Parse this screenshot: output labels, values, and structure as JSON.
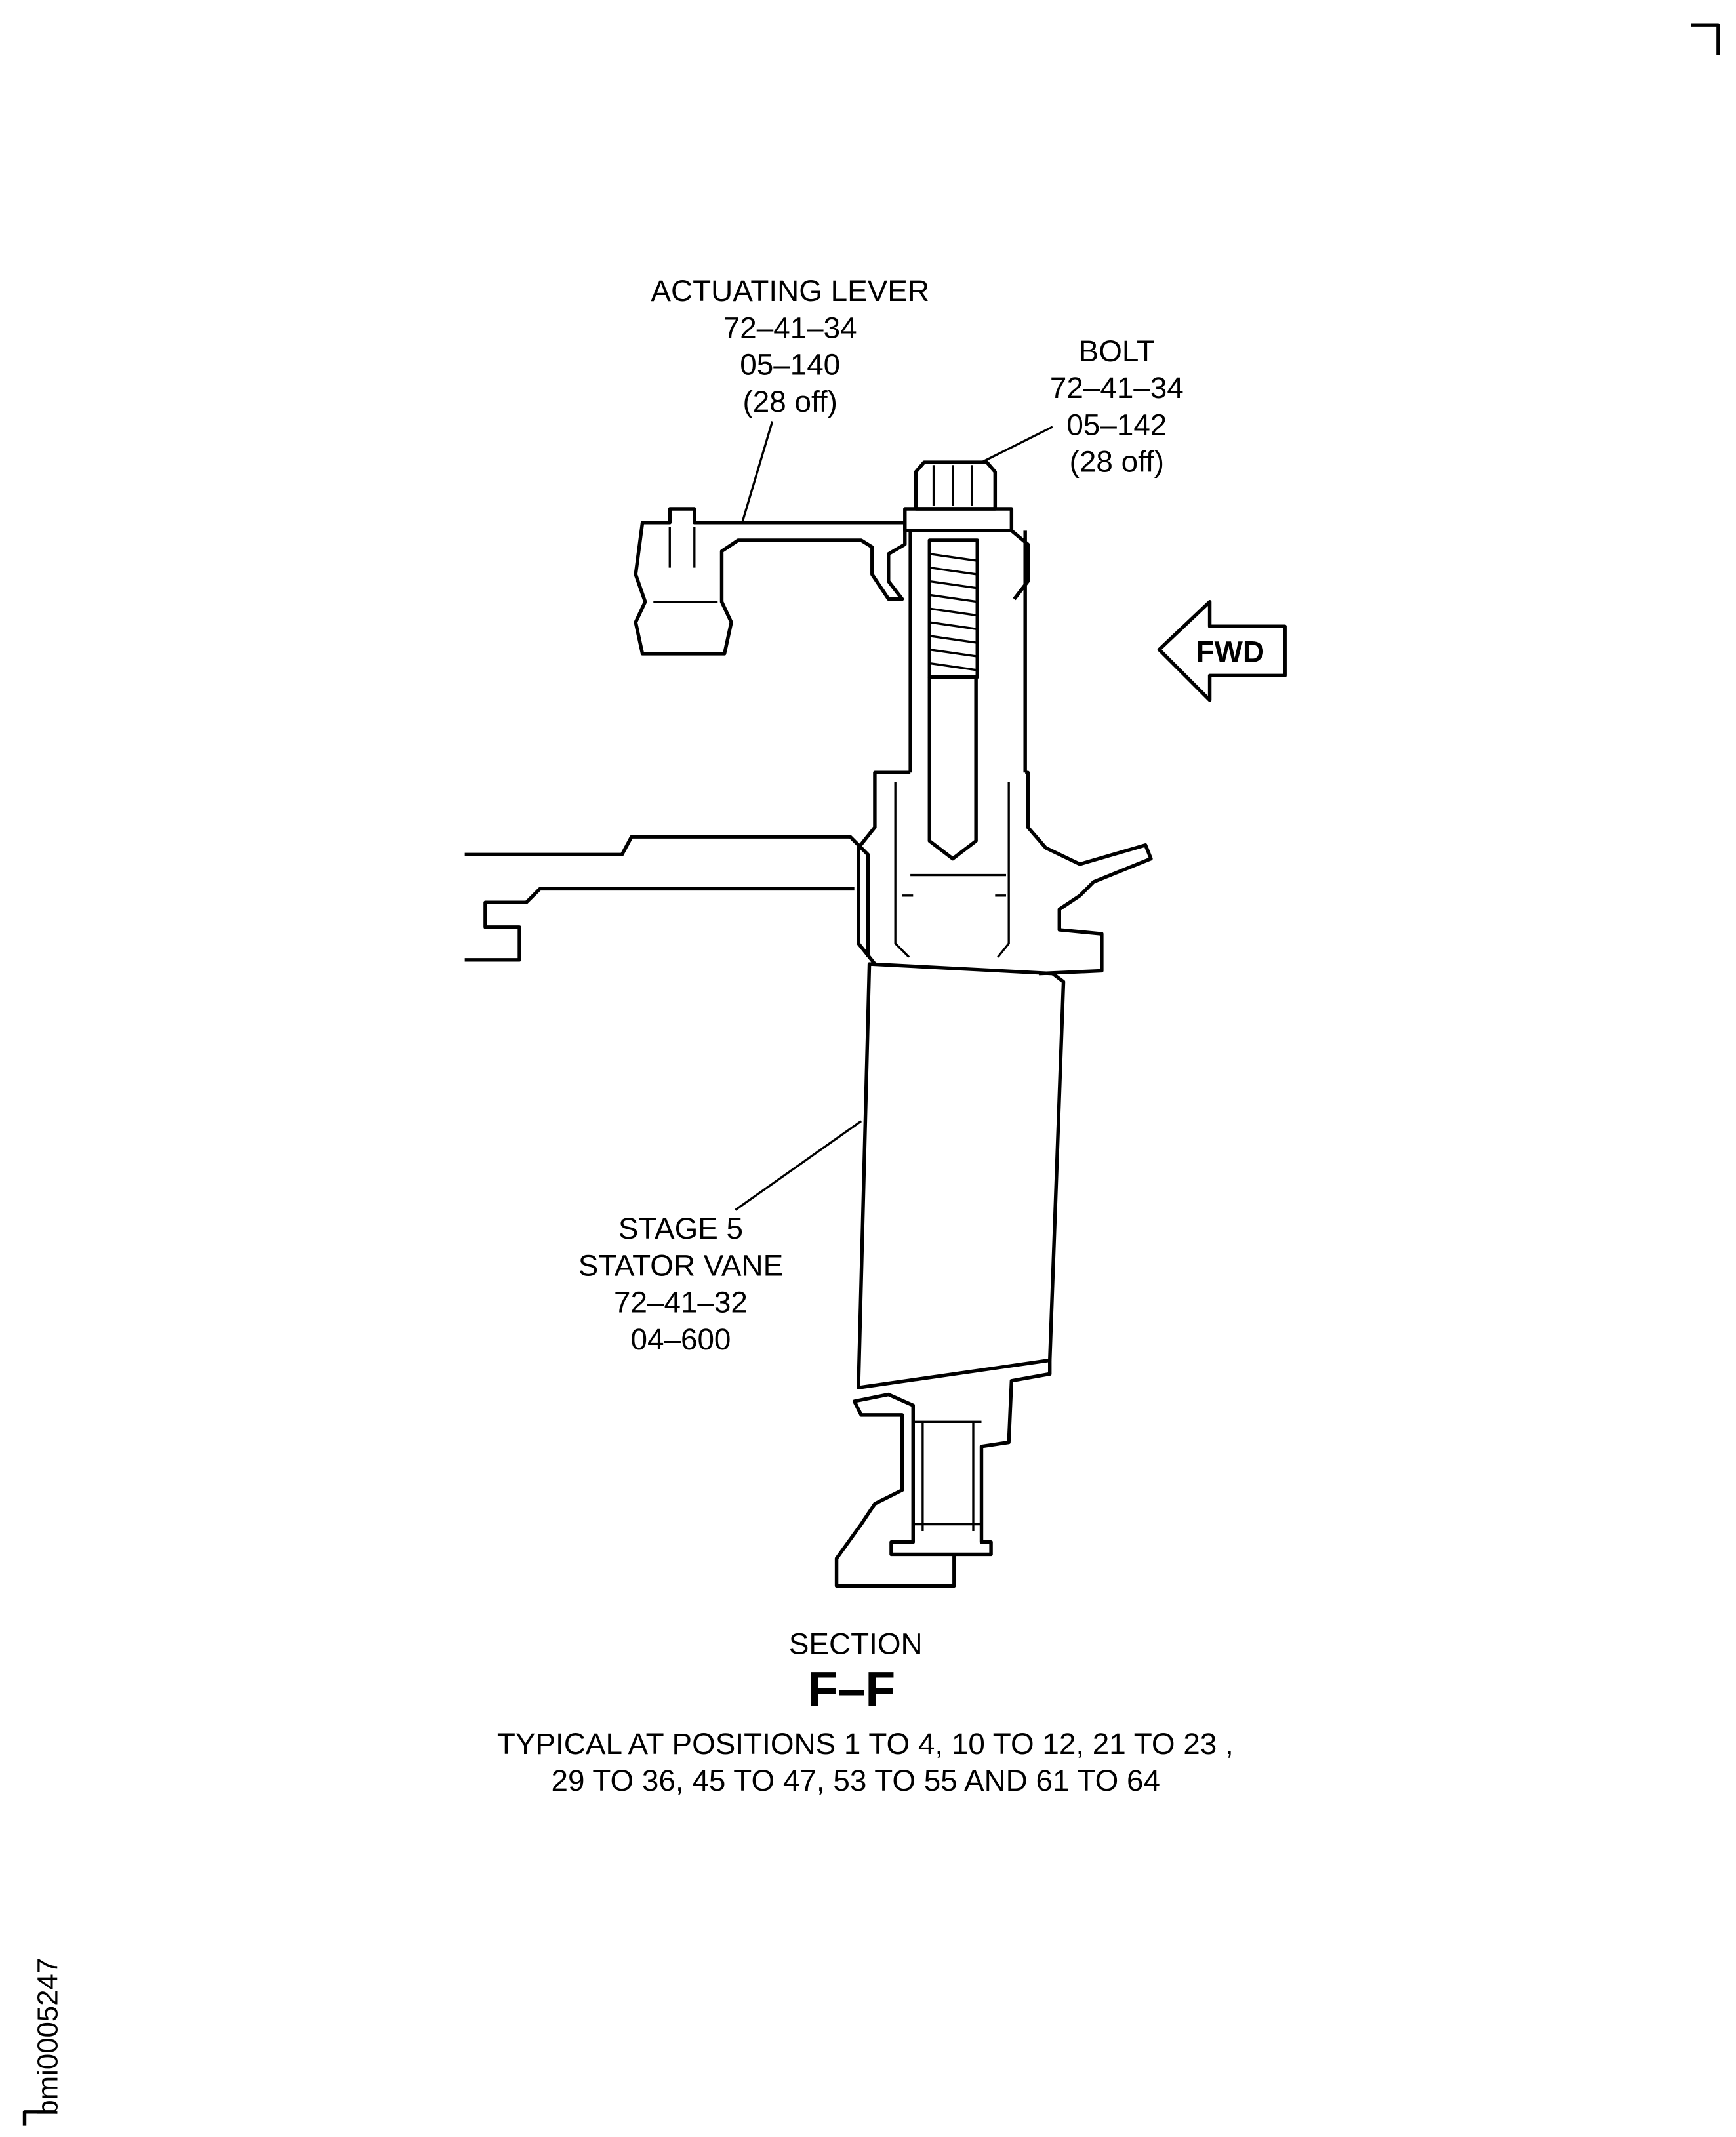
{
  "labels": {
    "actuating_lever": [
      "ACTUATING LEVER",
      "72–41–34",
      "05–140",
      "(28 off)"
    ],
    "bolt": [
      "BOLT",
      "72–41–34",
      "05–142",
      "(28 off)"
    ],
    "stator_vane": [
      "STAGE 5",
      "STATOR VANE",
      "72–41–32",
      "04–600"
    ],
    "fwd_arrow": "FWD"
  },
  "caption": {
    "section_word": "SECTION",
    "section_id": "F–F",
    "note_lines": [
      "TYPICAL AT POSITIONS 1 TO 4, 10 TO 12, 21 TO 23 ,",
      "29 TO 36, 45 TO 47, 53 TO 55 AND 61 TO 64"
    ]
  },
  "figure_id": "bmi0005247"
}
